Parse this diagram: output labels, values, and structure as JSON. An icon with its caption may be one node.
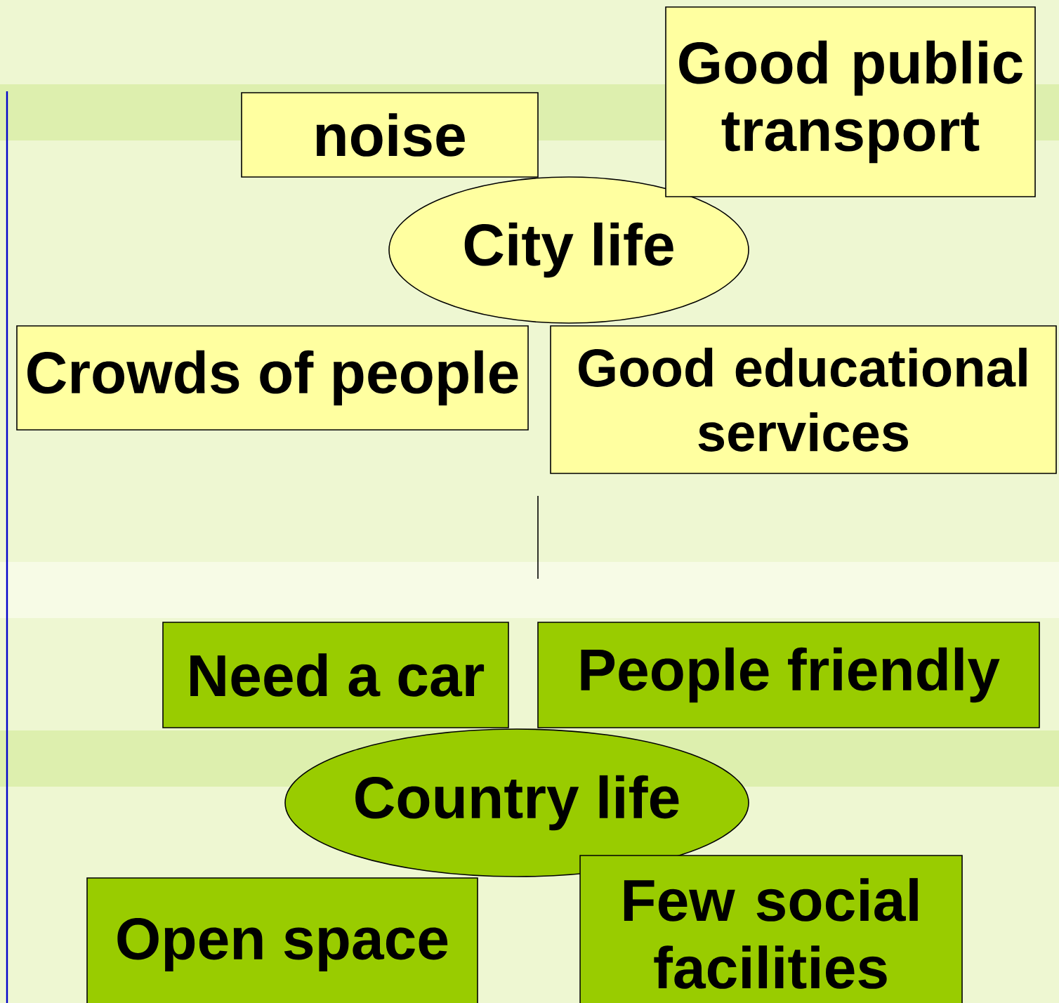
{
  "diagram": {
    "nodes": [
      {
        "text": [
          "noise"
        ]
      },
      {
        "text": [
          "Good public transport"
        ]
      },
      {
        "text": [
          "City life"
        ]
      },
      {
        "text": [
          "Crowds of people"
        ]
      },
      {
        "text": [
          "Good educational services"
        ]
      },
      {
        "text": [
          "Need a car"
        ]
      },
      {
        "text": [
          "People friendly"
        ]
      },
      {
        "text": [
          "Country life"
        ]
      },
      {
        "text": [
          "Open space"
        ]
      },
      {
        "text": [
          "Few social facilities"
        ]
      }
    ]
  }
}
